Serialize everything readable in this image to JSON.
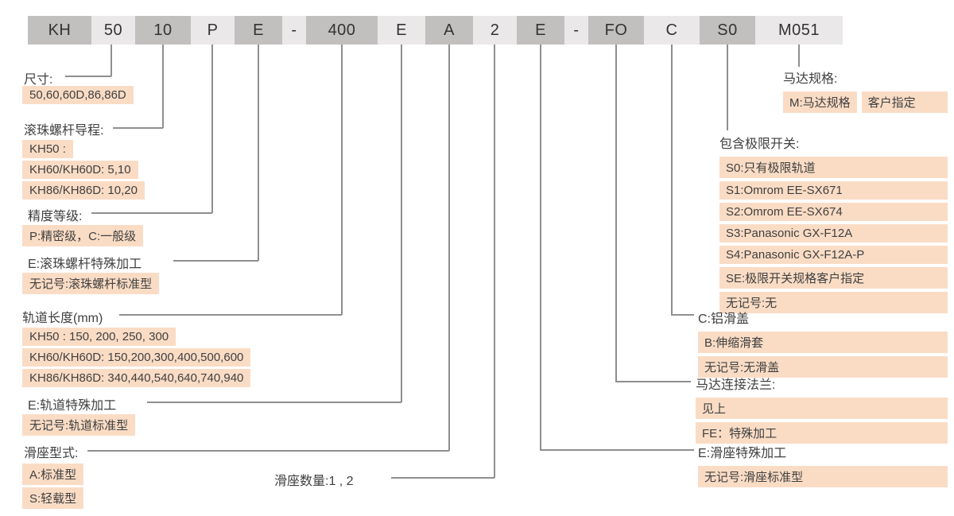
{
  "colors": {
    "highlight": "#fadcc5",
    "segment_dark": "#c2bfbf",
    "segment_light": "#eae8e8",
    "line": "#8f8f8f",
    "text": "#3f3f3f"
  },
  "model_code": {
    "segments": [
      {
        "text": "KH"
      },
      {
        "text": "50"
      },
      {
        "text": "10"
      },
      {
        "text": "P"
      },
      {
        "text": "E"
      },
      {
        "text": "-"
      },
      {
        "text": "400"
      },
      {
        "text": "E"
      },
      {
        "text": "A"
      },
      {
        "text": "2"
      },
      {
        "text": "E"
      },
      {
        "text": "-"
      },
      {
        "text": "FO"
      },
      {
        "text": "C"
      },
      {
        "text": "S0"
      },
      {
        "text": "M051"
      }
    ]
  },
  "left": {
    "size": {
      "label": "尺寸:",
      "values": "50,60,60D,86,86D"
    },
    "screw_lead": {
      "label": "滚珠螺杆导程:",
      "rows": [
        "KH50 :",
        "KH60/KH60D: 5,10",
        "KH86/KH86D: 10,20"
      ]
    },
    "accuracy": {
      "label": "精度等级:",
      "values": "P:精密级，C:一般级"
    },
    "screw_special": {
      "label": "E:滚珠螺杆特殊加工",
      "values": "无记号:滚珠螺杆标准型"
    },
    "rail_length": {
      "label": "轨道长度(mm)",
      "rows": [
        "KH50 : 150, 200, 250, 300",
        "KH60/KH60D: 150,200,300,400,500,600",
        "KH86/KH86D: 340,440,540,640,740,940"
      ]
    },
    "rail_special": {
      "label": "E:轨道特殊加工",
      "values": "无记号:轨道标准型"
    },
    "slider_type": {
      "label": "滑座型式:",
      "rows": [
        "A:标准型",
        "S:轻载型"
      ]
    },
    "slider_count": {
      "label": "滑座数量:1 , 2"
    }
  },
  "right": {
    "motor_spec": {
      "label": "马达规格:",
      "value_1": "M:马达规格",
      "value_2": "客户指定"
    },
    "limit_switch": {
      "label": "包含极限开关:",
      "rows": [
        "S0:只有极限轨道",
        "S1:Omrom EE-SX671",
        "S2:Omrom EE-SX674",
        "S3:Panasonic GX-F12A",
        "S4:Panasonic GX-F12A-P",
        "SE:极限开关规格客户指定",
        "无记号:无"
      ]
    },
    "cover": {
      "label": "C:铝滑盖",
      "rows": [
        "B:伸缩滑套",
        "无记号:无滑盖"
      ]
    },
    "flange": {
      "label": "马达连接法兰:",
      "rows": [
        "见上",
        "FE：特殊加工"
      ]
    },
    "slider_special": {
      "label": "E:滑座特殊加工",
      "rows": [
        "无记号:滑座标准型"
      ]
    }
  }
}
